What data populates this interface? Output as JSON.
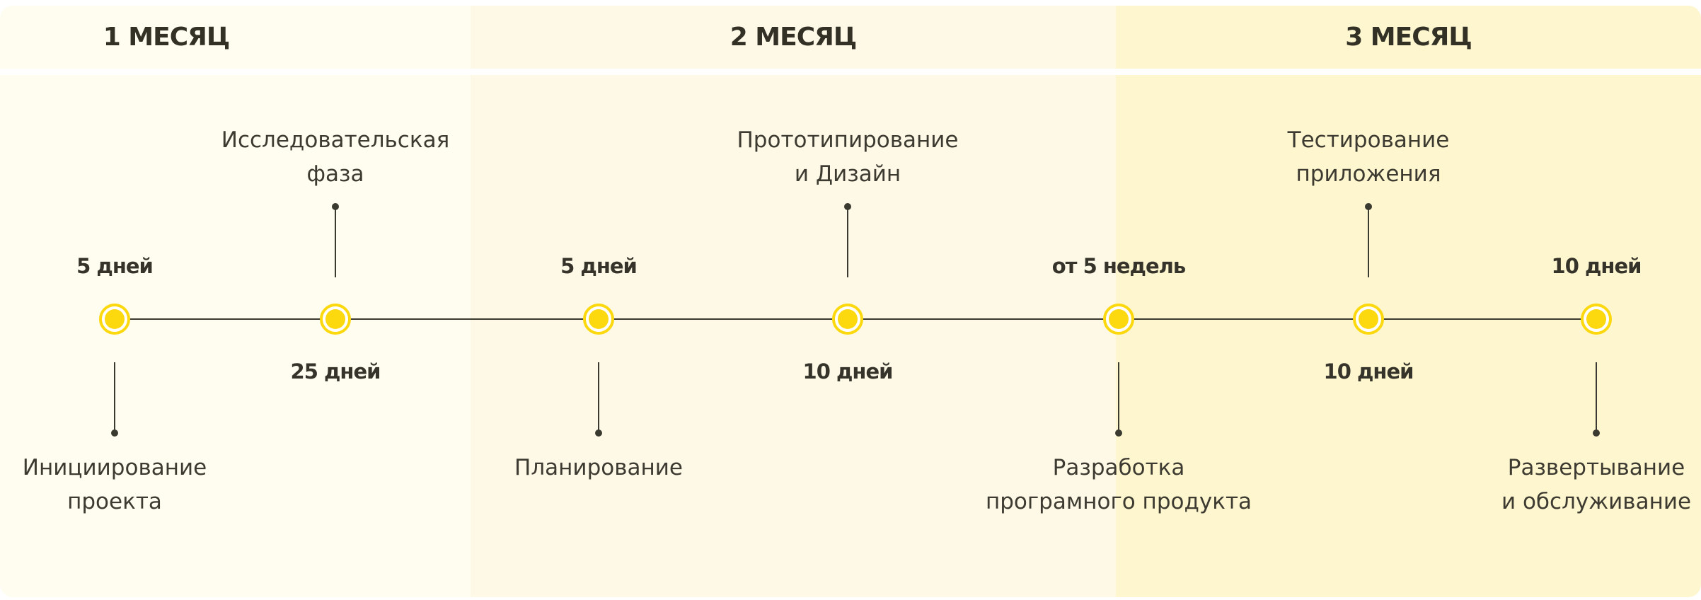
{
  "months": [
    {
      "label": "1 МЕСЯЦ"
    },
    {
      "label": "2 МЕСЯЦ"
    },
    {
      "label": "3 МЕСЯЦ"
    }
  ],
  "colors": {
    "month1_bg": "#fffdf0",
    "month2_bg": "#fef9e6",
    "month3_bg": "#fef6cf",
    "milestone_yellow": "#fcd80f",
    "line": "#3a3a30",
    "text": "#35332a"
  },
  "milestones": [
    {
      "duration": "5 дней",
      "label": "Инициирование\nпроекта"
    },
    {
      "duration": "25 дней",
      "label": "Исследовательская\nфаза"
    },
    {
      "duration": "5 дней",
      "label": "Планирование"
    },
    {
      "duration": "10 дней",
      "label": "Прототипирование\nи Дизайн"
    },
    {
      "duration": "от 5 недель",
      "label": "Разработка\nпрограмного продукта"
    },
    {
      "duration": "10 дней",
      "label": "Тестирование\nприложения"
    },
    {
      "duration": "10 дней",
      "label": "Развертывание\nи обслуживание"
    }
  ]
}
